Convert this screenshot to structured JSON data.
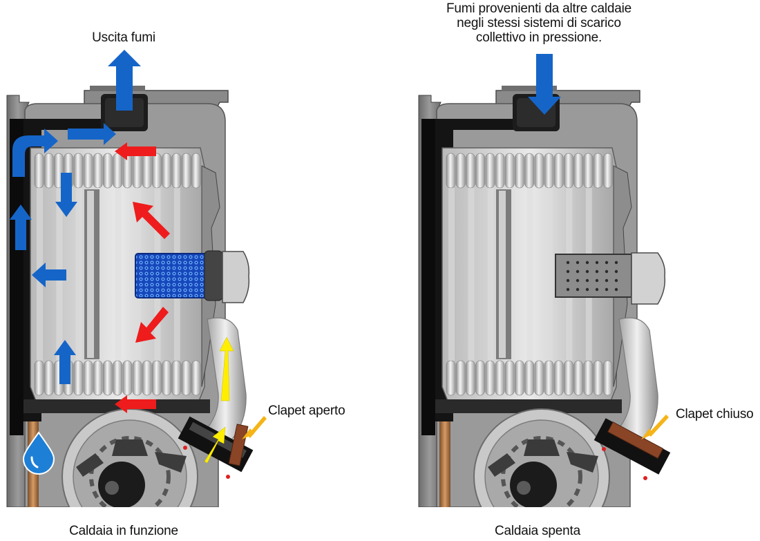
{
  "left_panel": {
    "top_label": "Uscita fumi",
    "clapet_label": "Clapet aperto",
    "caption": "Caldaia in funzione"
  },
  "right_panel": {
    "top_label_lines": [
      "Fumi provenienti da altre caldaie",
      "negli stessi sistemi di scarico",
      "collettivo in pressione."
    ],
    "clapet_label": "Clapet chiuso",
    "caption": "Caldaia spenta"
  },
  "colors": {
    "flue_gas_arrow": "#1565c8",
    "hot_gas_arrow": "#ee1c1c",
    "air_intake_arrow": "#ffee00",
    "pointer_arrow": "#f5b417",
    "burner": "#2a6ad8",
    "condensate_drop": "#1e7fd6",
    "casing_dark": "#141414",
    "casing_grey": "#7d7d7d",
    "copper_pipe": "#b07a4a",
    "clapet_brown": "#8a4526"
  },
  "icons": [
    "up-arrow-icon",
    "down-arrow-icon",
    "water-drop-icon",
    "fan-icon"
  ]
}
